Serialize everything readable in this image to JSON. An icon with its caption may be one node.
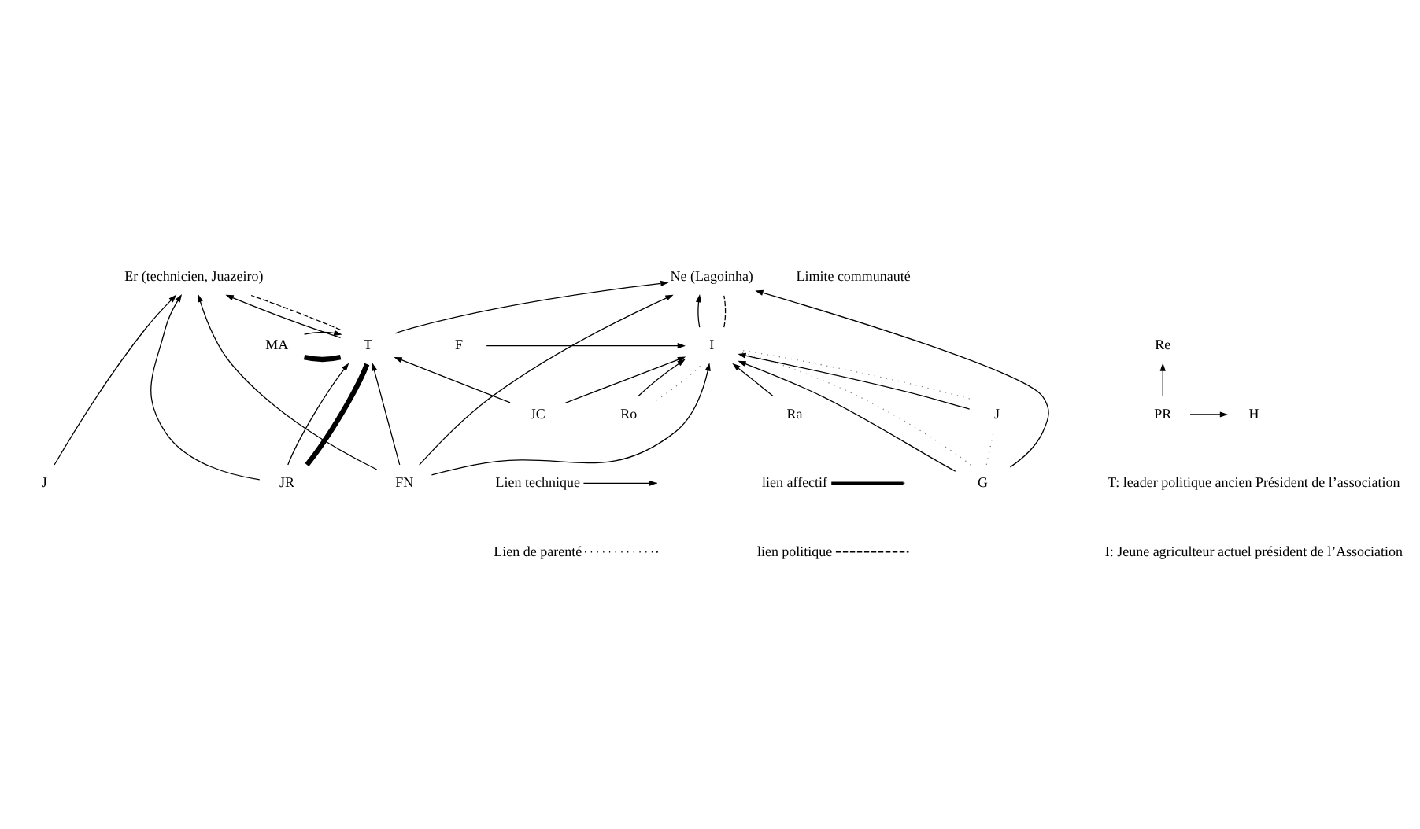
{
  "diagram": {
    "nodes": [
      {
        "text": [
          "Er (technicien, Juazeiro)"
        ]
      },
      {
        "text": [
          "Ne (Lagoinha)"
        ]
      },
      {
        "text": [
          "J"
        ]
      },
      {
        "text": [
          "JR"
        ]
      },
      {
        "text": [
          "FN"
        ]
      },
      {
        "text": [
          "G"
        ]
      },
      {
        "text": [
          "J"
        ]
      },
      {
        "text": [
          "MA"
        ]
      },
      {
        "text": [
          "T"
        ]
      },
      {
        "text": [
          "I"
        ]
      },
      {
        "text": [
          "F"
        ]
      },
      {
        "text": [
          "Ro"
        ]
      },
      {
        "text": [
          "Ra"
        ]
      },
      {
        "text": [
          "H"
        ]
      },
      {
        "text": [
          "PR"
        ]
      },
      {
        "text": [
          "JC"
        ]
      },
      {
        "text": [
          "Re"
        ]
      }
    ],
    "edges": [
      {
        "from": 2,
        "to": 0,
        "arrow": "to"
      },
      {
        "from": 3,
        "to": 0,
        "arrow": "to"
      },
      {
        "from": 8,
        "to": 0,
        "arrow": "to"
      },
      {
        "from": 8,
        "to": 0,
        "arrow": "none",
        "style": "dashed"
      },
      {
        "from": 4,
        "to": 0,
        "arrow": "to"
      },
      {
        "from": 8,
        "to": 1,
        "arrow": "to"
      },
      {
        "from": 4,
        "to": 8,
        "arrow": "to"
      },
      {
        "from": 4,
        "to": 1,
        "arrow": "to"
      },
      {
        "from": 4,
        "to": 9,
        "arrow": "to"
      },
      {
        "from": 9,
        "to": 1,
        "arrow": "to"
      },
      {
        "from": 9,
        "to": 1,
        "arrow": "none",
        "style": "dashed"
      },
      {
        "from": 5,
        "to": 1,
        "arrow": "to"
      },
      {
        "from": 5,
        "to": 9,
        "arrow": "to"
      },
      {
        "from": 5,
        "to": 9,
        "arrow": "none",
        "style": "dashed",
        "color": "#808080"
      },
      {
        "from": 5,
        "to": 6,
        "arrow": "none",
        "style": "dashed",
        "color": "#808080"
      },
      {
        "from": 6,
        "to": 9,
        "arrow": "to"
      },
      {
        "from": 6,
        "to": 9,
        "arrow": "none",
        "style": "dashed",
        "color": "#808080"
      },
      {
        "from": 10,
        "to": 9,
        "arrow": "to"
      },
      {
        "from": 11,
        "to": 9,
        "arrow": "to"
      },
      {
        "from": 11,
        "to": 9,
        "arrow": "none",
        "style": "dashed",
        "color": "#808080"
      },
      {
        "from": 12,
        "to": 9,
        "arrow": "to"
      },
      {
        "from": 7,
        "to": 8,
        "arrow": "to"
      },
      {
        "from": 7,
        "to": 8,
        "arrow": "none",
        "style": "thick"
      },
      {
        "from": 3,
        "to": 8,
        "arrow": "to"
      },
      {
        "from": 3,
        "to": 8,
        "arrow": "none",
        "style": "thick"
      },
      {
        "from": 15,
        "to": 8,
        "arrow": "to"
      },
      {
        "from": 15,
        "to": 9,
        "arrow": "to"
      },
      {
        "from": 14,
        "to": 13,
        "arrow": "to"
      },
      {
        "from": 14,
        "to": 16,
        "arrow": "to"
      }
    ],
    "labels": [
      "Limite communauté",
      "T: leader politique ancien Président de l’association",
      "I: Jeune agriculteur actuel président de l’Association"
    ],
    "legend": [
      {
        "text": "Lien technique"
      },
      {
        "text": "Lien de parenté"
      },
      {
        "text": "lien affectif"
      },
      {
        "text": "lien politique"
      }
    ]
  }
}
